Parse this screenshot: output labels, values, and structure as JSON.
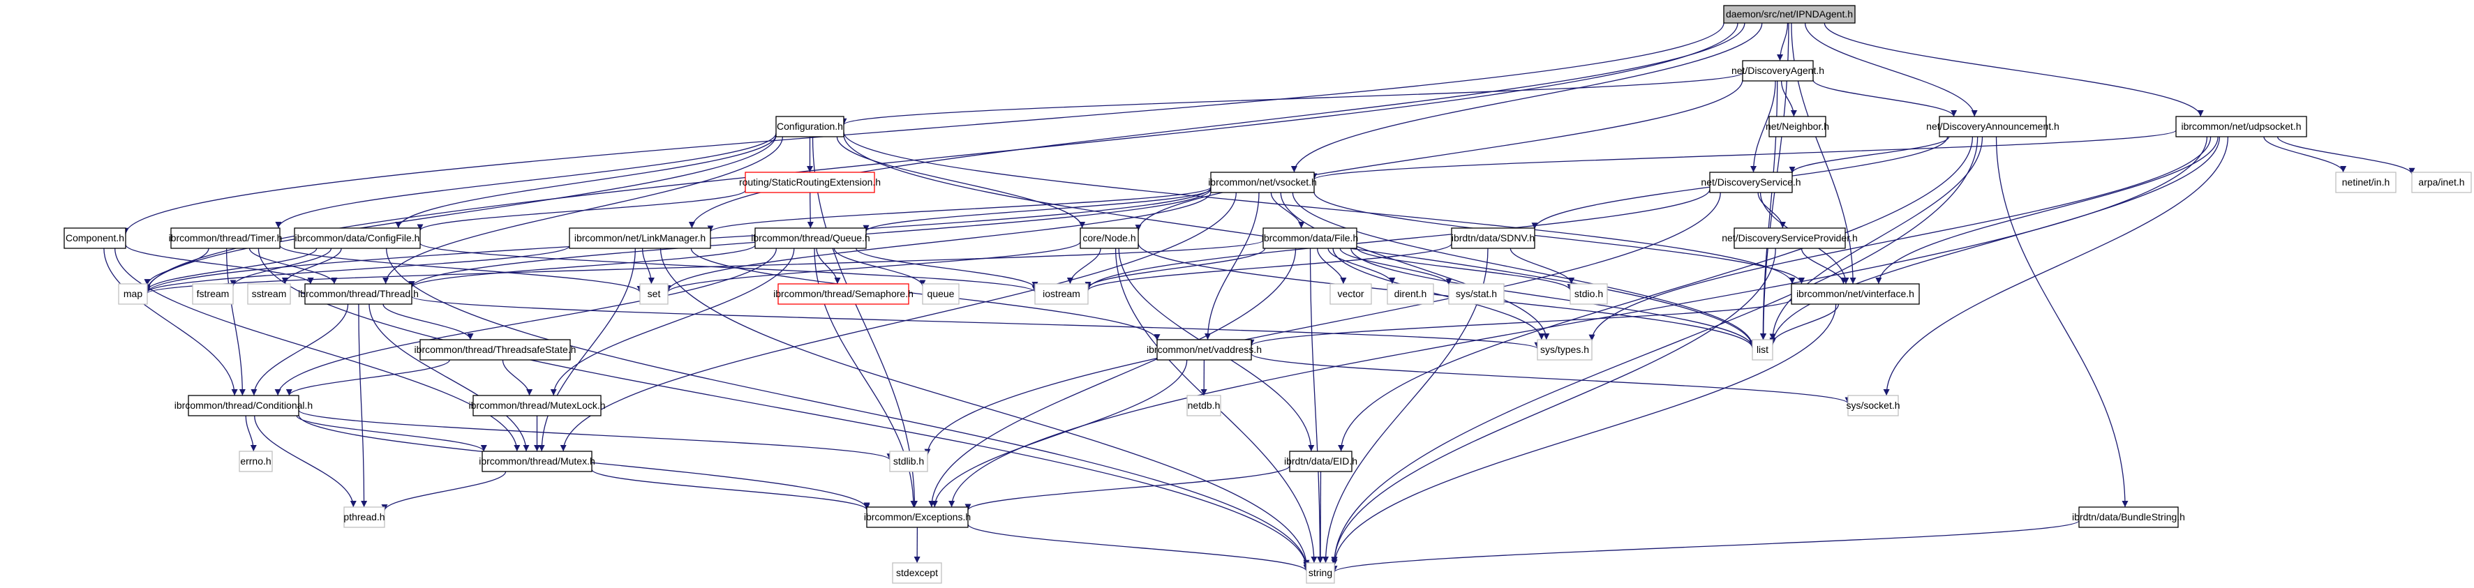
{
  "diagram": {
    "title": "daemon/src/net/IPNDAgent.h",
    "colors": {
      "edge": "#191970",
      "root_fill": "#bfbfbf",
      "node_border": "#000000",
      "external_border": "#bfbfbf",
      "truncated_border": "#ff0000"
    },
    "nodes": [
      {
        "id": "root",
        "label": "daemon/src/net/IPNDAgent.h",
        "kind": "root"
      },
      {
        "id": "discoveryagent",
        "label": "net/DiscoveryAgent.h",
        "kind": "local"
      },
      {
        "id": "configuration",
        "label": "Configuration.h",
        "kind": "local"
      },
      {
        "id": "discoveryannouncement",
        "label": "net/DiscoveryAnnouncement.h",
        "kind": "local"
      },
      {
        "id": "udpsocket",
        "label": "ibrcommon/net/udpsocket.h",
        "kind": "local"
      },
      {
        "id": "neighbor",
        "label": "net/Neighbor.h",
        "kind": "local"
      },
      {
        "id": "staticrouting",
        "label": "routing/StaticRoutingExtension.h",
        "kind": "truncated"
      },
      {
        "id": "vsocket",
        "label": "ibrcommon/net/vsocket.h",
        "kind": "local"
      },
      {
        "id": "discoveryservice",
        "label": "net/DiscoveryService.h",
        "kind": "local"
      },
      {
        "id": "netinet",
        "label": "netinet/in.h",
        "kind": "external"
      },
      {
        "id": "arpainet",
        "label": "arpa/inet.h",
        "kind": "external"
      },
      {
        "id": "component",
        "label": "Component.h",
        "kind": "local"
      },
      {
        "id": "timer",
        "label": "ibrcommon/thread/Timer.h",
        "kind": "local"
      },
      {
        "id": "configfile",
        "label": "ibrcommon/data/ConfigFile.h",
        "kind": "local"
      },
      {
        "id": "linkmanager",
        "label": "ibrcommon/net/LinkManager.h",
        "kind": "local"
      },
      {
        "id": "queue",
        "label": "ibrcommon/thread/Queue.h",
        "kind": "local"
      },
      {
        "id": "node",
        "label": "core/Node.h",
        "kind": "local"
      },
      {
        "id": "file",
        "label": "ibrcommon/data/File.h",
        "kind": "local"
      },
      {
        "id": "sdnv",
        "label": "ibrdtn/data/SDNV.h",
        "kind": "local"
      },
      {
        "id": "dsprovider",
        "label": "net/DiscoveryServiceProvider.h",
        "kind": "local"
      },
      {
        "id": "map",
        "label": "map",
        "kind": "external"
      },
      {
        "id": "fstream",
        "label": "fstream",
        "kind": "external"
      },
      {
        "id": "sstream",
        "label": "sstream",
        "kind": "external"
      },
      {
        "id": "thread",
        "label": "ibrcommon/thread/Thread.h",
        "kind": "local"
      },
      {
        "id": "set",
        "label": "set",
        "kind": "external"
      },
      {
        "id": "semaphore",
        "label": "ibrcommon/thread/Semaphore.h",
        "kind": "truncated"
      },
      {
        "id": "queuestd",
        "label": "queue",
        "kind": "external"
      },
      {
        "id": "iostream",
        "label": "iostream",
        "kind": "external"
      },
      {
        "id": "vector",
        "label": "vector",
        "kind": "external"
      },
      {
        "id": "dirent",
        "label": "dirent.h",
        "kind": "external"
      },
      {
        "id": "sysstat",
        "label": "sys/stat.h",
        "kind": "external"
      },
      {
        "id": "stdio",
        "label": "stdio.h",
        "kind": "external"
      },
      {
        "id": "vinterface",
        "label": "ibrcommon/net/vinterface.h",
        "kind": "local"
      },
      {
        "id": "threadsafestate",
        "label": "ibrcommon/thread/ThreadsafeState.h",
        "kind": "local"
      },
      {
        "id": "vaddress",
        "label": "ibrcommon/net/vaddress.h",
        "kind": "local"
      },
      {
        "id": "systypes",
        "label": "sys/types.h",
        "kind": "external"
      },
      {
        "id": "list",
        "label": "list",
        "kind": "external"
      },
      {
        "id": "conditional",
        "label": "ibrcommon/thread/Conditional.h",
        "kind": "local"
      },
      {
        "id": "mutexlock",
        "label": "ibrcommon/thread/MutexLock.h",
        "kind": "local"
      },
      {
        "id": "netdb",
        "label": "netdb.h",
        "kind": "external"
      },
      {
        "id": "syssocket",
        "label": "sys/socket.h",
        "kind": "external"
      },
      {
        "id": "errno",
        "label": "errno.h",
        "kind": "external"
      },
      {
        "id": "mutex",
        "label": "ibrcommon/thread/Mutex.h",
        "kind": "local"
      },
      {
        "id": "stdlib",
        "label": "stdlib.h",
        "kind": "external"
      },
      {
        "id": "eid",
        "label": "ibrdtn/data/EID.h",
        "kind": "local"
      },
      {
        "id": "pthread",
        "label": "pthread.h",
        "kind": "external"
      },
      {
        "id": "exceptions",
        "label": "ibrcommon/Exceptions.h",
        "kind": "local"
      },
      {
        "id": "bundlestring",
        "label": "ibrdtn/data/BundleString.h",
        "kind": "local"
      },
      {
        "id": "stdexcept",
        "label": "stdexcept",
        "kind": "external"
      },
      {
        "id": "string",
        "label": "string",
        "kind": "external"
      }
    ],
    "edges": [
      [
        "root",
        "discoveryagent"
      ],
      [
        "root",
        "component"
      ],
      [
        "root",
        "map"
      ],
      [
        "root",
        "linkmanager"
      ],
      [
        "root",
        "vsocket"
      ],
      [
        "root",
        "discoveryannouncement"
      ],
      [
        "root",
        "udpsocket"
      ],
      [
        "root",
        "vinterface"
      ],
      [
        "root",
        "list"
      ],
      [
        "discoveryagent",
        "configuration"
      ],
      [
        "discoveryagent",
        "neighbor"
      ],
      [
        "discoveryagent",
        "discoveryservice"
      ],
      [
        "discoveryagent",
        "discoveryannouncement"
      ],
      [
        "discoveryagent",
        "node"
      ],
      [
        "discoveryagent",
        "list"
      ],
      [
        "configuration",
        "staticrouting"
      ],
      [
        "configuration",
        "timer"
      ],
      [
        "configuration",
        "configfile"
      ],
      [
        "configuration",
        "node"
      ],
      [
        "configuration",
        "map"
      ],
      [
        "configuration",
        "exceptions"
      ],
      [
        "configuration",
        "vinterface"
      ],
      [
        "configuration",
        "list"
      ],
      [
        "configuration",
        "thread"
      ],
      [
        "staticrouting",
        "queue"
      ],
      [
        "staticrouting",
        "configfile"
      ],
      [
        "discoveryannouncement",
        "discoveryservice"
      ],
      [
        "discoveryannouncement",
        "sdnv"
      ],
      [
        "discoveryannouncement",
        "bundlestring"
      ],
      [
        "discoveryannouncement",
        "eid"
      ],
      [
        "discoveryannouncement",
        "list"
      ],
      [
        "discoveryannouncement",
        "string"
      ],
      [
        "udpsocket",
        "vsocket"
      ],
      [
        "udpsocket",
        "netinet"
      ],
      [
        "udpsocket",
        "arpainet"
      ],
      [
        "udpsocket",
        "vinterface"
      ],
      [
        "udpsocket",
        "systypes"
      ],
      [
        "udpsocket",
        "syssocket"
      ],
      [
        "udpsocket",
        "exceptions"
      ],
      [
        "udpsocket",
        "list"
      ],
      [
        "discoveryservice",
        "dsprovider"
      ],
      [
        "discoveryservice",
        "vinterface"
      ],
      [
        "discoveryservice",
        "iostream"
      ],
      [
        "discoveryservice",
        "stdlib"
      ],
      [
        "dsprovider",
        "vinterface"
      ],
      [
        "dsprovider",
        "string"
      ],
      [
        "vsocket",
        "linkmanager"
      ],
      [
        "vsocket",
        "queue"
      ],
      [
        "vsocket",
        "file"
      ],
      [
        "vsocket",
        "vaddress"
      ],
      [
        "vsocket",
        "vinterface"
      ],
      [
        "vsocket",
        "thread"
      ],
      [
        "vsocket",
        "mutex"
      ],
      [
        "vsocket",
        "set"
      ],
      [
        "vsocket",
        "map"
      ],
      [
        "vsocket",
        "systypes"
      ],
      [
        "vsocket",
        "list"
      ],
      [
        "component",
        "thread"
      ],
      [
        "component",
        "conditional"
      ],
      [
        "component",
        "mutex"
      ],
      [
        "timer",
        "thread"
      ],
      [
        "timer",
        "map"
      ],
      [
        "timer",
        "conditional"
      ],
      [
        "timer",
        "set"
      ],
      [
        "timer",
        "string"
      ],
      [
        "configfile",
        "map"
      ],
      [
        "configfile",
        "fstream"
      ],
      [
        "configfile",
        "sstream"
      ],
      [
        "configfile",
        "iostream"
      ],
      [
        "configfile",
        "string"
      ],
      [
        "linkmanager",
        "set"
      ],
      [
        "linkmanager",
        "map"
      ],
      [
        "linkmanager",
        "mutex"
      ],
      [
        "linkmanager",
        "vaddress"
      ],
      [
        "linkmanager",
        "string"
      ],
      [
        "queue",
        "semaphore"
      ],
      [
        "queue",
        "queuestd"
      ],
      [
        "queue",
        "conditional"
      ],
      [
        "queue",
        "mutexlock"
      ],
      [
        "queue",
        "exceptions"
      ],
      [
        "queue",
        "iostream"
      ],
      [
        "queue",
        "thread"
      ],
      [
        "node",
        "iostream"
      ],
      [
        "node",
        "eid"
      ],
      [
        "node",
        "string"
      ],
      [
        "node",
        "set"
      ],
      [
        "node",
        "list"
      ],
      [
        "file",
        "vector"
      ],
      [
        "file",
        "dirent"
      ],
      [
        "file",
        "sysstat"
      ],
      [
        "file",
        "stdio"
      ],
      [
        "file",
        "systypes"
      ],
      [
        "file",
        "iostream"
      ],
      [
        "file",
        "list"
      ],
      [
        "file",
        "map"
      ],
      [
        "file",
        "exceptions"
      ],
      [
        "file",
        "string"
      ],
      [
        "sdnv",
        "stdio"
      ],
      [
        "sdnv",
        "iostream"
      ],
      [
        "sdnv",
        "string"
      ],
      [
        "thread",
        "threadsafestate"
      ],
      [
        "thread",
        "conditional"
      ],
      [
        "thread",
        "mutex"
      ],
      [
        "thread",
        "pthread"
      ],
      [
        "thread",
        "systypes"
      ],
      [
        "threadsafestate",
        "conditional"
      ],
      [
        "threadsafestate",
        "mutexlock"
      ],
      [
        "vinterface",
        "list"
      ],
      [
        "vinterface",
        "string"
      ],
      [
        "vinterface",
        "vaddress"
      ],
      [
        "vaddress",
        "netdb"
      ],
      [
        "vaddress",
        "syssocket"
      ],
      [
        "vaddress",
        "exceptions"
      ],
      [
        "conditional",
        "errno"
      ],
      [
        "conditional",
        "mutex"
      ],
      [
        "conditional",
        "pthread"
      ],
      [
        "conditional",
        "exceptions"
      ],
      [
        "conditional",
        "stdlib"
      ],
      [
        "mutexlock",
        "mutex"
      ],
      [
        "mutex",
        "pthread"
      ],
      [
        "mutex",
        "exceptions"
      ],
      [
        "eid",
        "string"
      ],
      [
        "eid",
        "exceptions"
      ],
      [
        "exceptions",
        "stdexcept"
      ],
      [
        "exceptions",
        "string"
      ],
      [
        "bundlestring",
        "string"
      ]
    ]
  }
}
